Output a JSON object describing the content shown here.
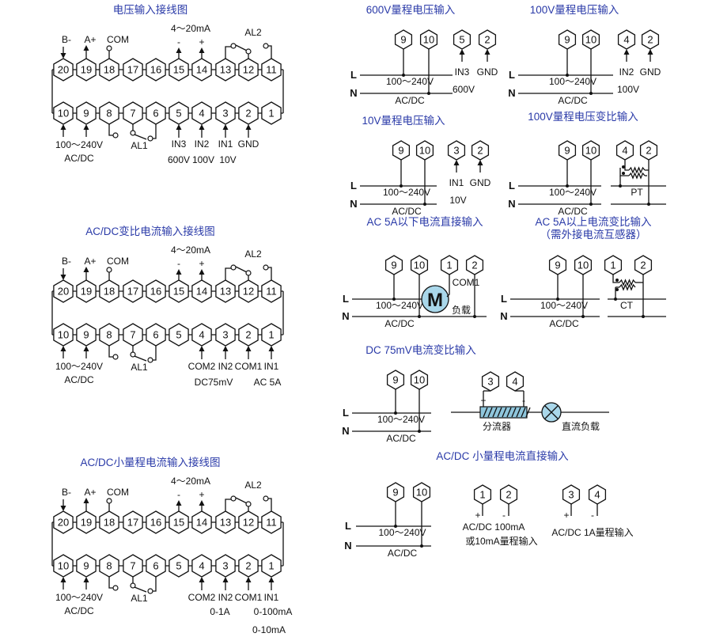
{
  "strip_panels": [
    {
      "title": "电压输入接线图",
      "terminals_top": [
        "20",
        "19",
        "18",
        "17",
        "16",
        "15",
        "14",
        "13",
        "12",
        "11"
      ],
      "terminals_bottom": [
        "10",
        "9",
        "8",
        "7",
        "6",
        "5",
        "4",
        "3",
        "2",
        "1"
      ],
      "top": {
        "b_minus": "B-",
        "a_plus": "A+",
        "com": "COM",
        "current_out": "4～20mA",
        "minus": "-",
        "plus": "+",
        "al2": "AL2"
      },
      "bottom": {
        "power": "100～240V",
        "acdc": "AC/DC",
        "al1": "AL1"
      },
      "inputs": [
        "IN3",
        "IN2",
        "IN1",
        "GND"
      ],
      "notes": [
        "600V",
        "100V",
        "10V"
      ]
    },
    {
      "title": "AC/DC变比电流输入接线图",
      "terminals_top": [
        "20",
        "19",
        "18",
        "17",
        "16",
        "15",
        "14",
        "13",
        "12",
        "11"
      ],
      "terminals_bottom": [
        "10",
        "9",
        "8",
        "7",
        "6",
        "5",
        "4",
        "3",
        "2",
        "1"
      ],
      "top": {
        "b_minus": "B-",
        "a_plus": "A+",
        "com": "COM",
        "current_out": "4～20mA",
        "minus": "-",
        "plus": "+",
        "al2": "AL2"
      },
      "bottom": {
        "power": "100～240V",
        "acdc": "AC/DC",
        "al1": "AL1"
      },
      "inputs": [
        "COM2",
        "IN2",
        "COM1",
        "IN1"
      ],
      "notes": [
        "DC75mV",
        "AC 5A"
      ]
    },
    {
      "title": "AC/DC小量程电流输入接线图",
      "terminals_top": [
        "20",
        "19",
        "18",
        "17",
        "16",
        "15",
        "14",
        "13",
        "12",
        "11"
      ],
      "terminals_bottom": [
        "10",
        "9",
        "8",
        "7",
        "6",
        "5",
        "4",
        "3",
        "2",
        "1"
      ],
      "top": {
        "b_minus": "B-",
        "a_plus": "A+",
        "com": "COM",
        "current_out": "4～20mA",
        "minus": "-",
        "plus": "+",
        "al2": "AL2"
      },
      "bottom": {
        "power": "100～240V",
        "acdc": "AC/DC",
        "al1": "AL1"
      },
      "inputs": [
        "COM2",
        "IN2",
        "COM1",
        "IN1"
      ],
      "notes": [
        "0-1A",
        "0-100mA",
        "0-10mA"
      ]
    }
  ],
  "diagrams": {
    "v600": {
      "title": "600V量程电压输入",
      "terminals": [
        "9",
        "10",
        "5",
        "2"
      ],
      "L": "L",
      "N": "N",
      "power": "100～240V",
      "acdc": "AC/DC",
      "labels": [
        "IN3",
        "GND"
      ],
      "note": "600V"
    },
    "v100": {
      "title": "100V量程电压输入",
      "terminals": [
        "9",
        "10",
        "4",
        "2"
      ],
      "L": "L",
      "N": "N",
      "power": "100～240V",
      "acdc": "AC/DC",
      "labels": [
        "IN2",
        "GND"
      ],
      "note": "100V"
    },
    "v10": {
      "title": "10V量程电压输入",
      "terminals": [
        "9",
        "10",
        "3",
        "2"
      ],
      "L": "L",
      "N": "N",
      "power": "100～240V",
      "acdc": "AC/DC",
      "labels": [
        "IN1",
        "GND"
      ],
      "note": "10V"
    },
    "vpt": {
      "title": "100V量程电压变比输入",
      "terminals": [
        "9",
        "10",
        "4",
        "2"
      ],
      "L": "L",
      "N": "N",
      "power": "100～240V",
      "acdc": "AC/DC",
      "pt": "PT"
    },
    "a5direct": {
      "title": "AC 5A以下电流直接输入",
      "terminals": [
        "9",
        "10",
        "1",
        "2"
      ],
      "L": "L",
      "N": "N",
      "power": "100～240V",
      "acdc": "AC/DC",
      "motor": "M",
      "com1": "COM1",
      "load": "负载"
    },
    "a5ct": {
      "title": "AC 5A以上电流变比输入",
      "subtitle": "（需外接电流互感器）",
      "terminals": [
        "9",
        "10",
        "1",
        "2"
      ],
      "L": "L",
      "N": "N",
      "power": "100～240V",
      "acdc": "AC/DC",
      "ct": "CT"
    },
    "dc75": {
      "title": "DC 75mV电流变比输入",
      "terminals": [
        "9",
        "10",
        "3",
        "4"
      ],
      "L": "L",
      "N": "N",
      "power": "100～240V",
      "acdc": "AC/DC",
      "plus": "+",
      "minus": "-",
      "shunt": "分流器",
      "load": "直流负载"
    },
    "small": {
      "title": "AC/DC 小量程电流直接输入",
      "terminals": [
        "9",
        "10",
        "1",
        "2",
        "3",
        "4"
      ],
      "L": "L",
      "N": "N",
      "power": "100～240V",
      "acdc": "AC/DC",
      "plus": "+",
      "minus": "-",
      "label_100ma": "AC/DC 100mA",
      "label_10ma": "或10mA量程输入",
      "label_1a": "AC/DC 1A量程输入"
    }
  },
  "colors": {
    "title": "#2a3aa8",
    "motor_fill": "#a9d7ea",
    "shunt_fill": "#8fc6dc"
  }
}
